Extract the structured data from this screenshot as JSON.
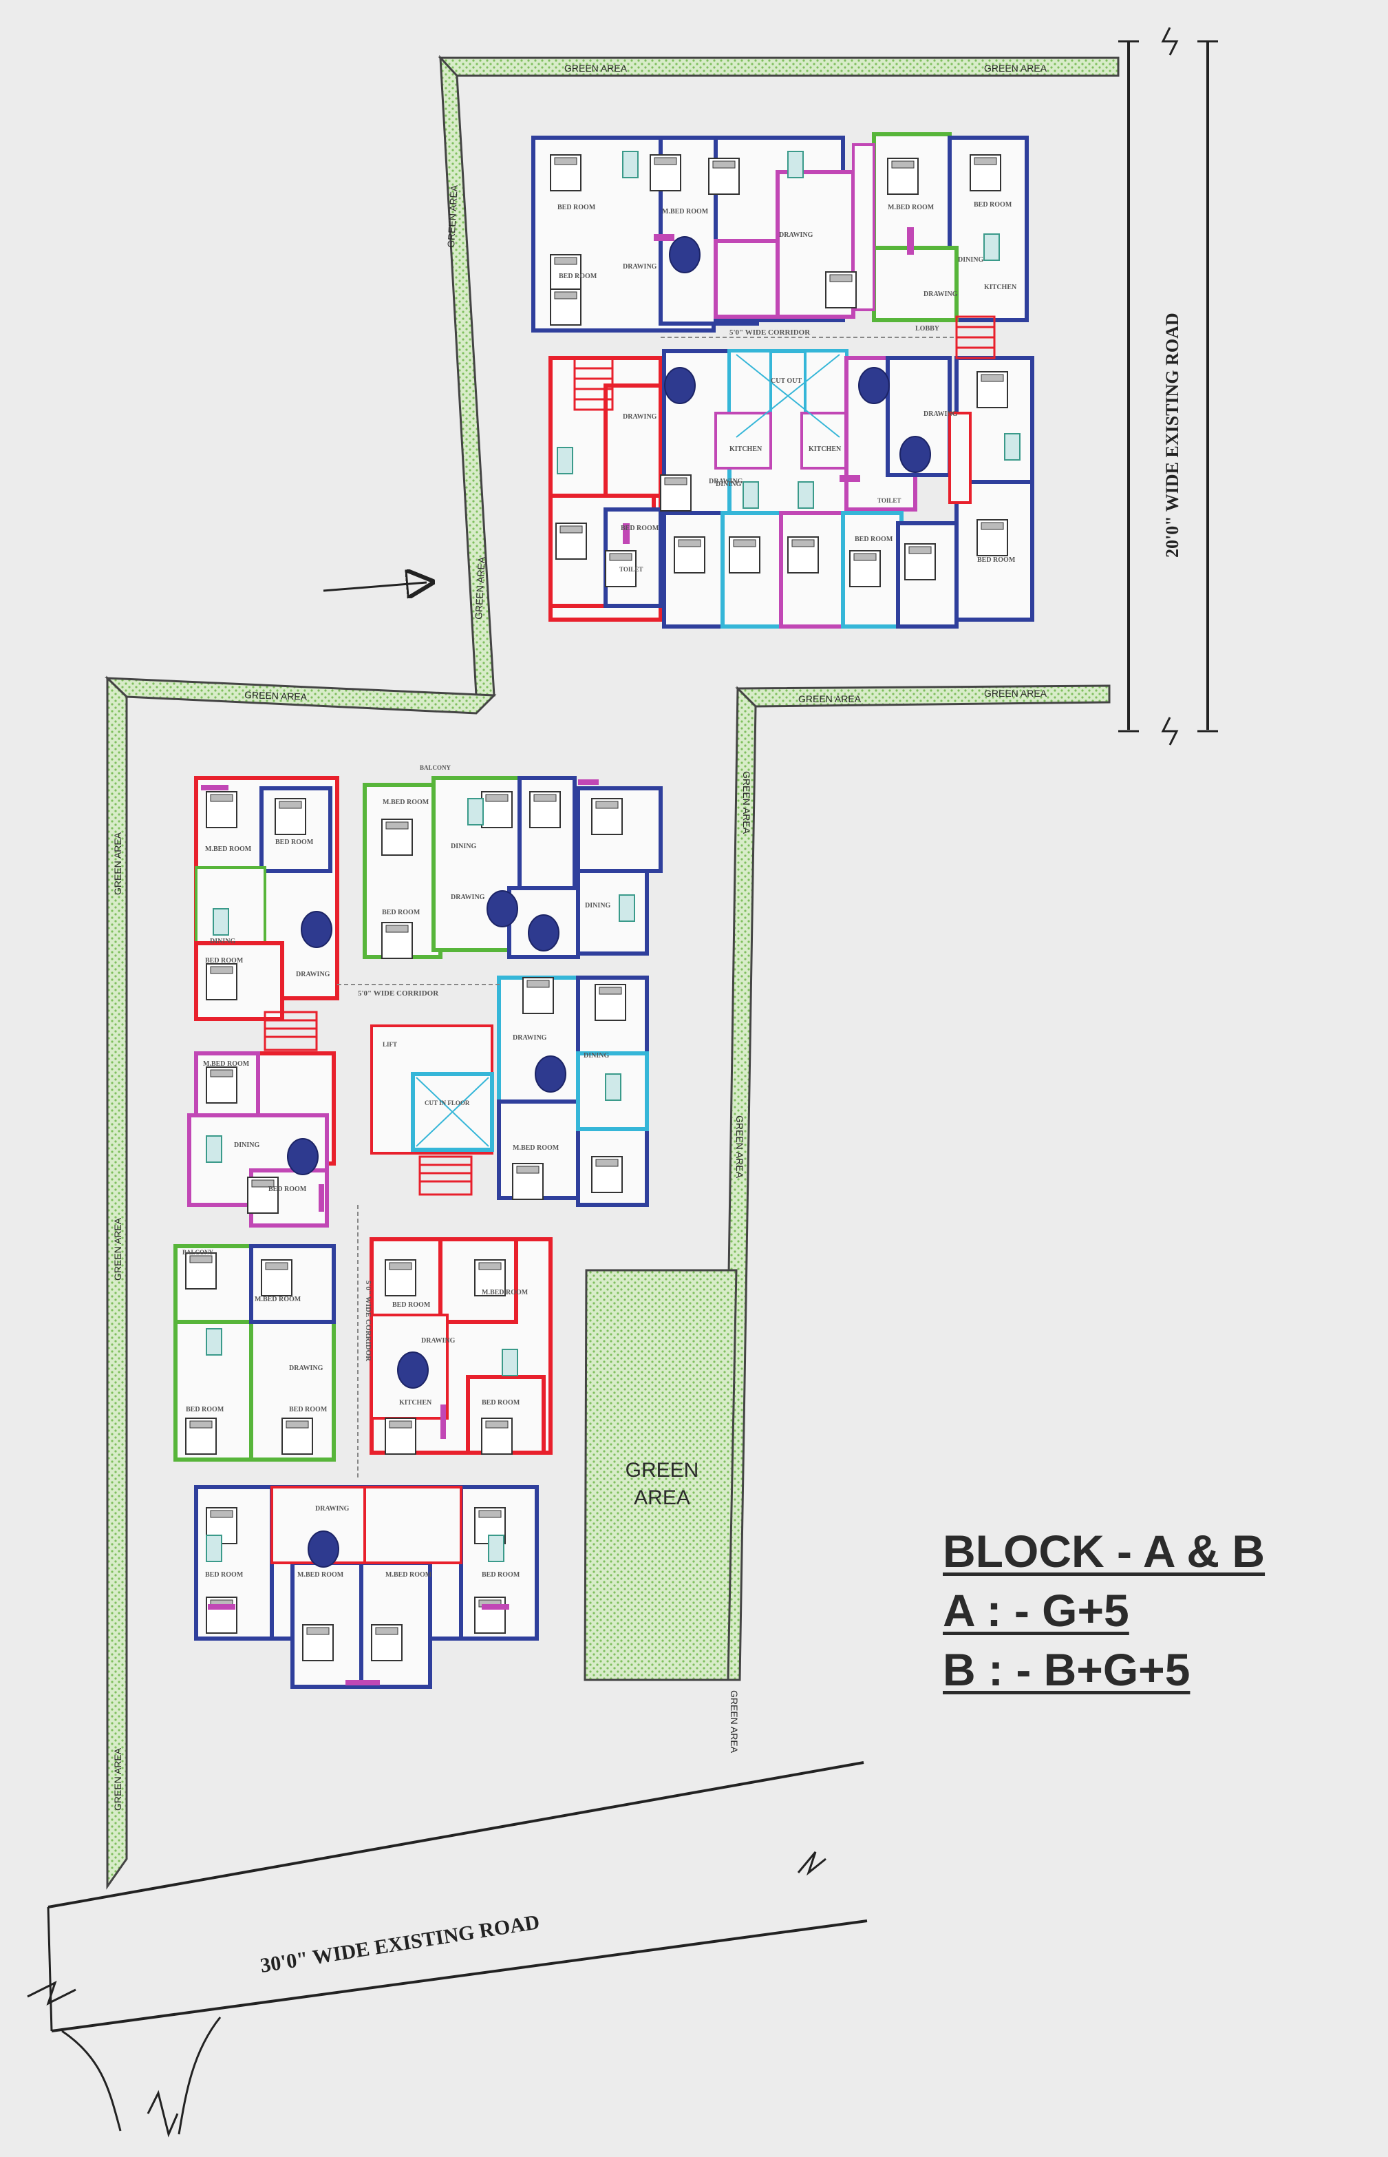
{
  "roads": {
    "east_road": "20'0\" WIDE  EXISTING ROAD",
    "south_road": "30'0\" WIDE  EXISTING ROAD"
  },
  "green_area": {
    "label": "GREEN AREA",
    "big_label_line1": "GREEN",
    "big_label_line2": "AREA"
  },
  "corridors": {
    "block_a": "5'0\" WIDE CORRIDOR",
    "block_b": "5'0\" WIDE CORRIDOR",
    "block_b_vertical": "5'0\" WIDE CORRIDOR"
  },
  "room_labels": {
    "bed_room": "BED ROOM",
    "m_bed_room": "M.BED ROOM",
    "drawing": "DRAWING",
    "dining": "DINING",
    "kitchen": "KITCHEN",
    "toilet": "TOILET",
    "balcony": "BALCONY",
    "lobby": "LOBBY",
    "cut_out": "CUT OUT",
    "lift": "LIFT",
    "cut_in_floor": "CUT IN FLOOR"
  },
  "legend": {
    "line1": "BLOCK - A & B",
    "line2": "A : - G+5",
    "line3": "B : - B+G+5"
  },
  "colors": {
    "background": "#ececec",
    "green_strip": "#cfe6bf",
    "wall_red": "#e8202c",
    "wall_blue": "#2f3f9c",
    "wall_green": "#57b53a",
    "wall_magenta": "#c147b5",
    "wall_cyan": "#35b6d8",
    "furniture_navy": "#2e3a8f"
  }
}
